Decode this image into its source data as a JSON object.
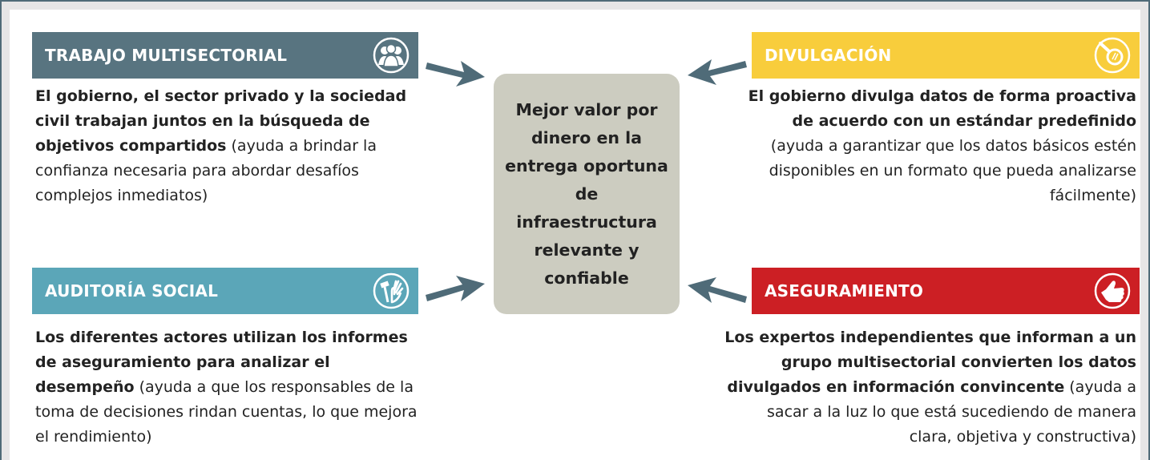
{
  "center": {
    "text": "Mejor valor por dinero en la entrega oportuna de infraestructura relevante y confiable"
  },
  "sections": {
    "multisectorial": {
      "title": "TRABAJO MULTISECTORIAL",
      "icon": "people-group-icon",
      "color": "#587480",
      "bold": "El gobierno, el sector privado y la sociedad civil trabajan juntos en la búsqueda de objetivos compartidos",
      "rest": " (ayuda a brindar la confianza necesaria para abordar desafíos complejos inmediatos)"
    },
    "divulgacion": {
      "title": "DIVULGACIÓN",
      "icon": "magnifier-icon",
      "color": "#f8cd3c",
      "bold": "El gobierno divulga datos de forma proactiva de acuerdo con un estándar predefinido",
      "rest": " (ayuda a garantizar que los datos básicos estén disponibles en un formato que pueda analizarse fácilmente)"
    },
    "auditoria": {
      "title": "AUDITORÍA SOCIAL",
      "icon": "hand-hammer-icon",
      "color": "#5ba6b8",
      "bold": "Los diferentes actores utilizan los informes de aseguramiento para analizar el desempeño",
      "rest": " (ayuda a que los responsables de la toma de decisiones rindan cuentas, lo que mejora el rendimiento)"
    },
    "aseguramiento": {
      "title": "ASEGURAMIENTO",
      "icon": "thumbs-up-icon",
      "color": "#cc1f24",
      "bold": "Los expertos independientes que informan a un grupo multisectorial convierten los datos divulgados en información convincente",
      "rest": " (ayuda a sacar a la luz lo que está sucediendo de manera clara, objetiva y constructiva)"
    }
  },
  "arrow_color": "#4f6b78"
}
